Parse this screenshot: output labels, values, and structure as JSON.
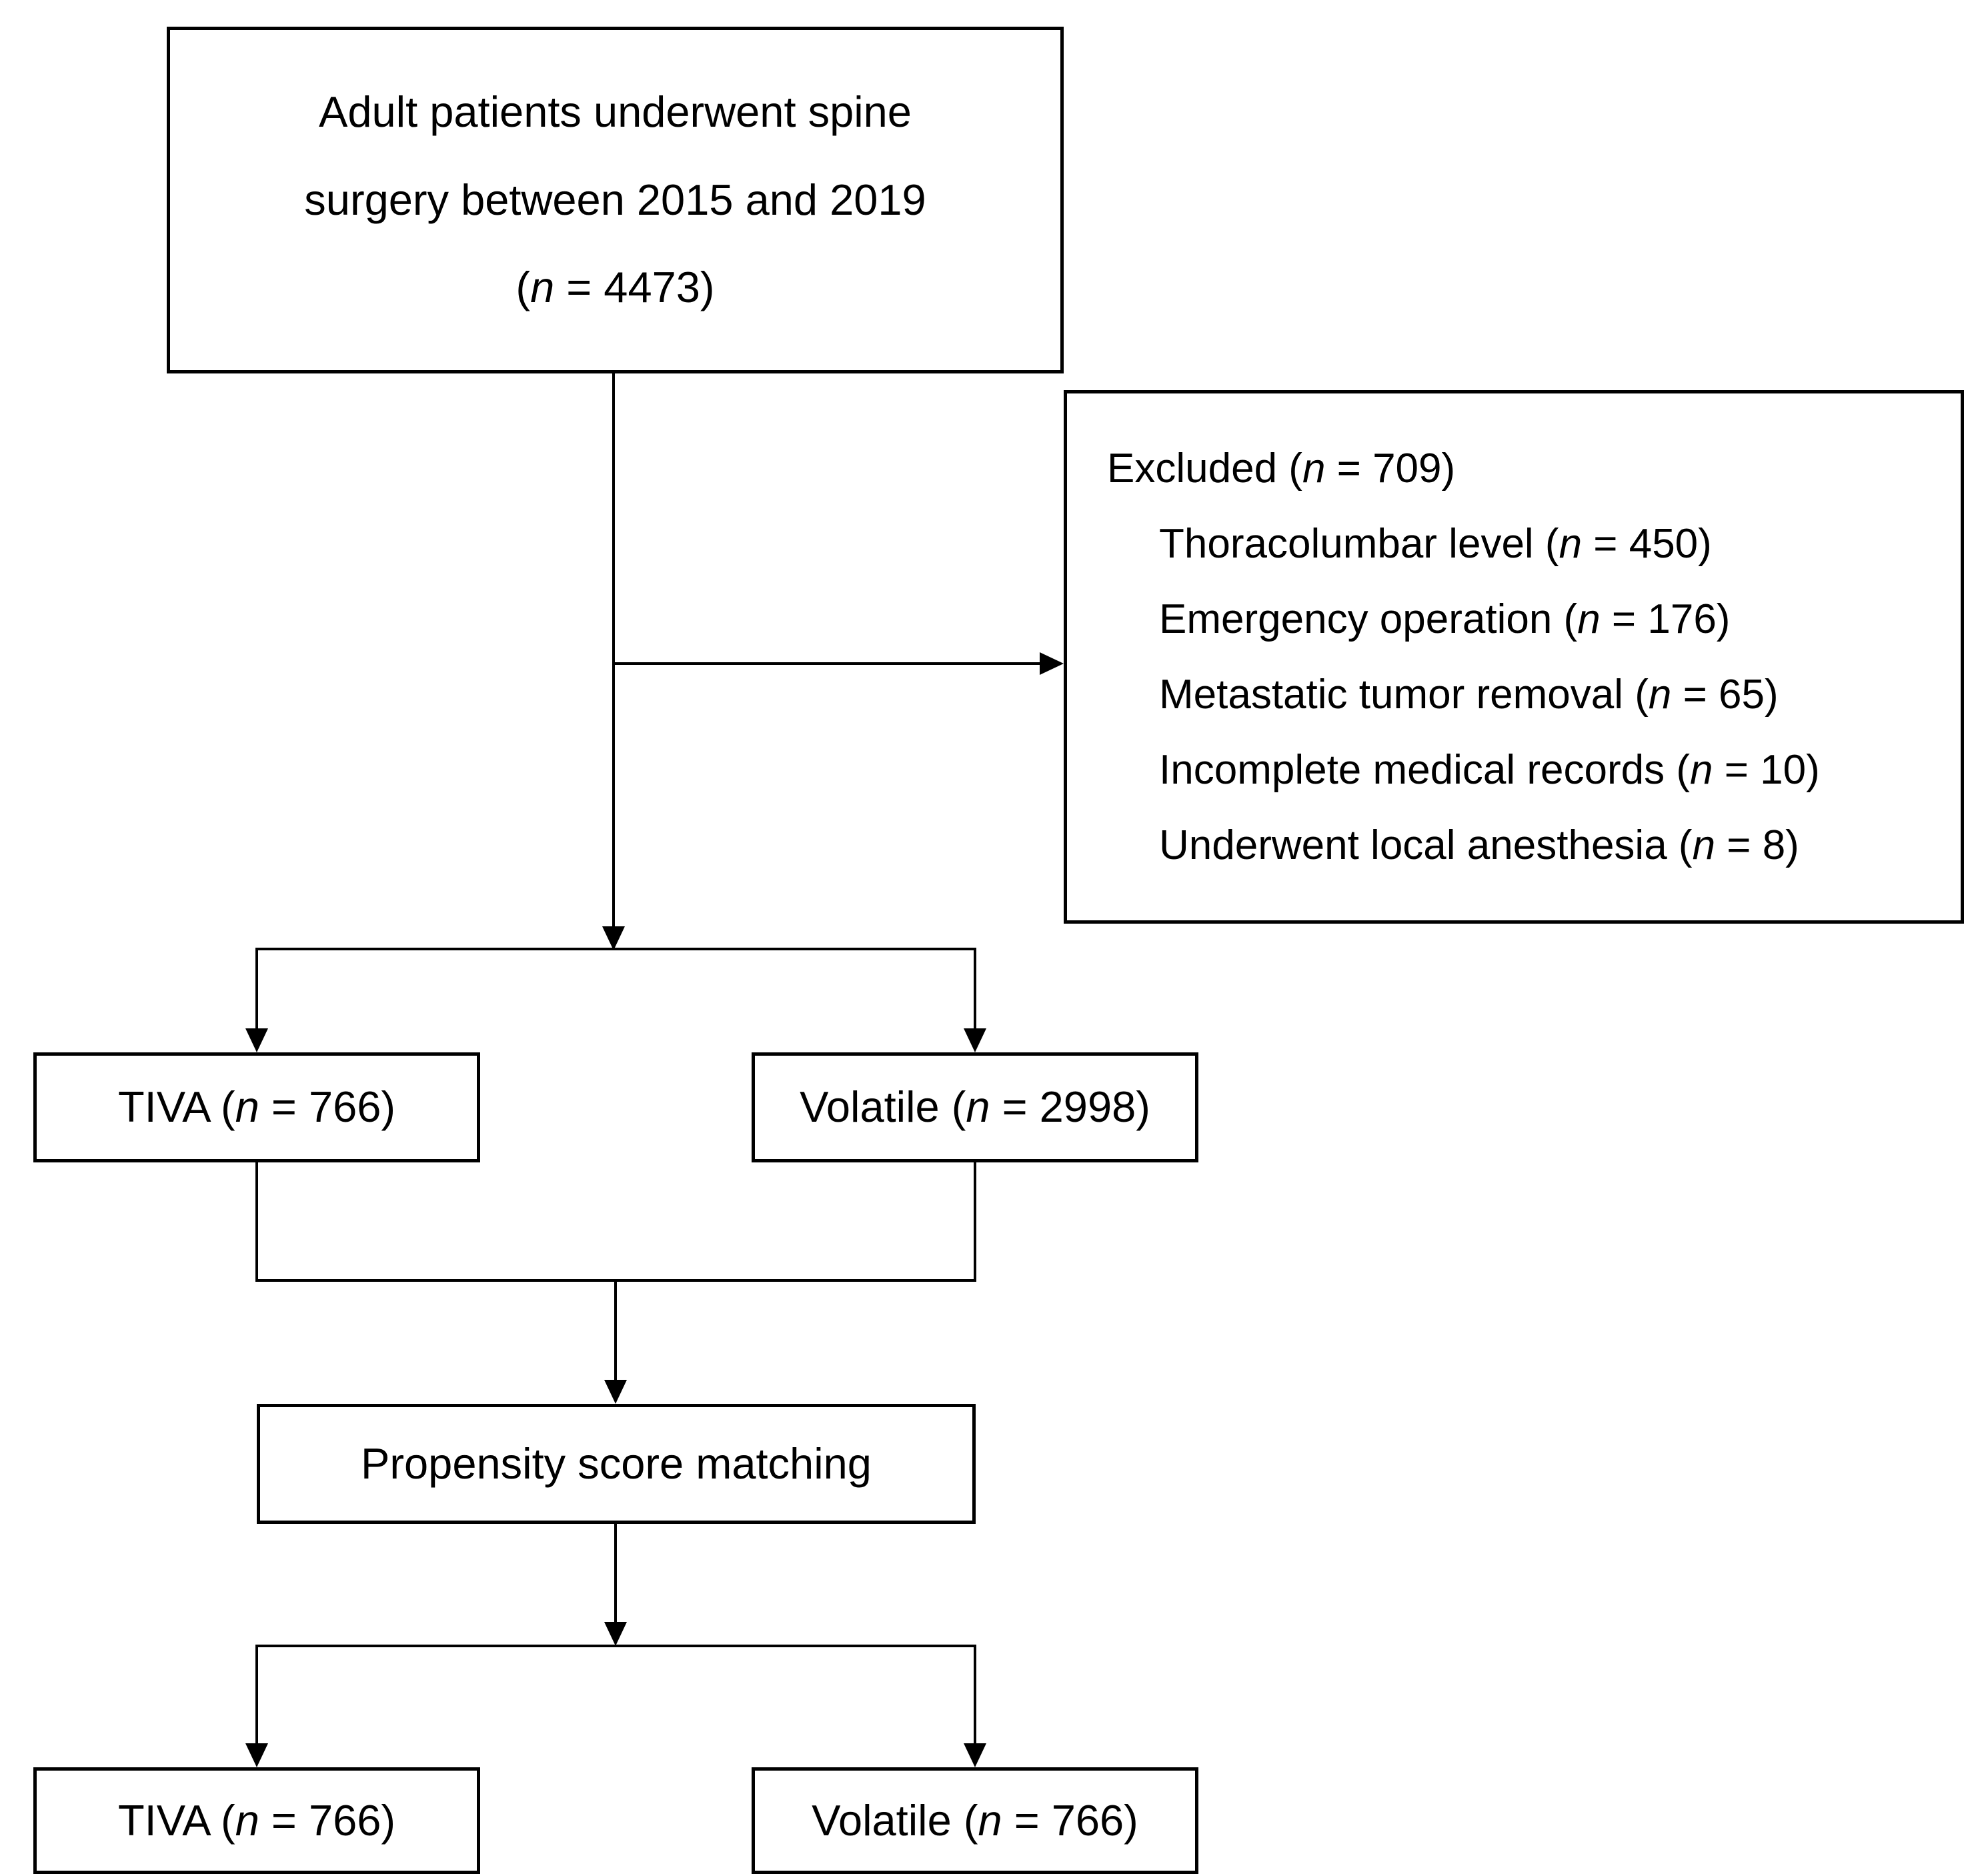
{
  "figure": {
    "type": "patient-flow-diagram"
  },
  "colors": {
    "line": "#000000",
    "box_border": "#000000",
    "text": "#000000",
    "background": "#ffffff"
  },
  "nodes": {
    "enrollment": {
      "line1": "Adult patients underwent spine",
      "line2": "surgery between 2015 and 2019",
      "line3": "(n = 4473)"
    },
    "excluded": {
      "title": "Excluded (n = 709)",
      "items": [
        "Thoracolumbar level (n = 450)",
        "Emergency operation (n = 176)",
        "Metastatic tumor removal (n = 65)",
        "Incomplete medical records (n = 10)",
        "Underwent local anesthesia (n = 8)"
      ]
    },
    "tiva_pre_match": "TIVA (n = 766)",
    "volatile_pre_match": "Volatile (n = 2998)",
    "matching": "Propensity score matching",
    "tiva_post_match": "TIVA (n = 766)",
    "volatile_post_match": "Volatile (n = 766)"
  }
}
